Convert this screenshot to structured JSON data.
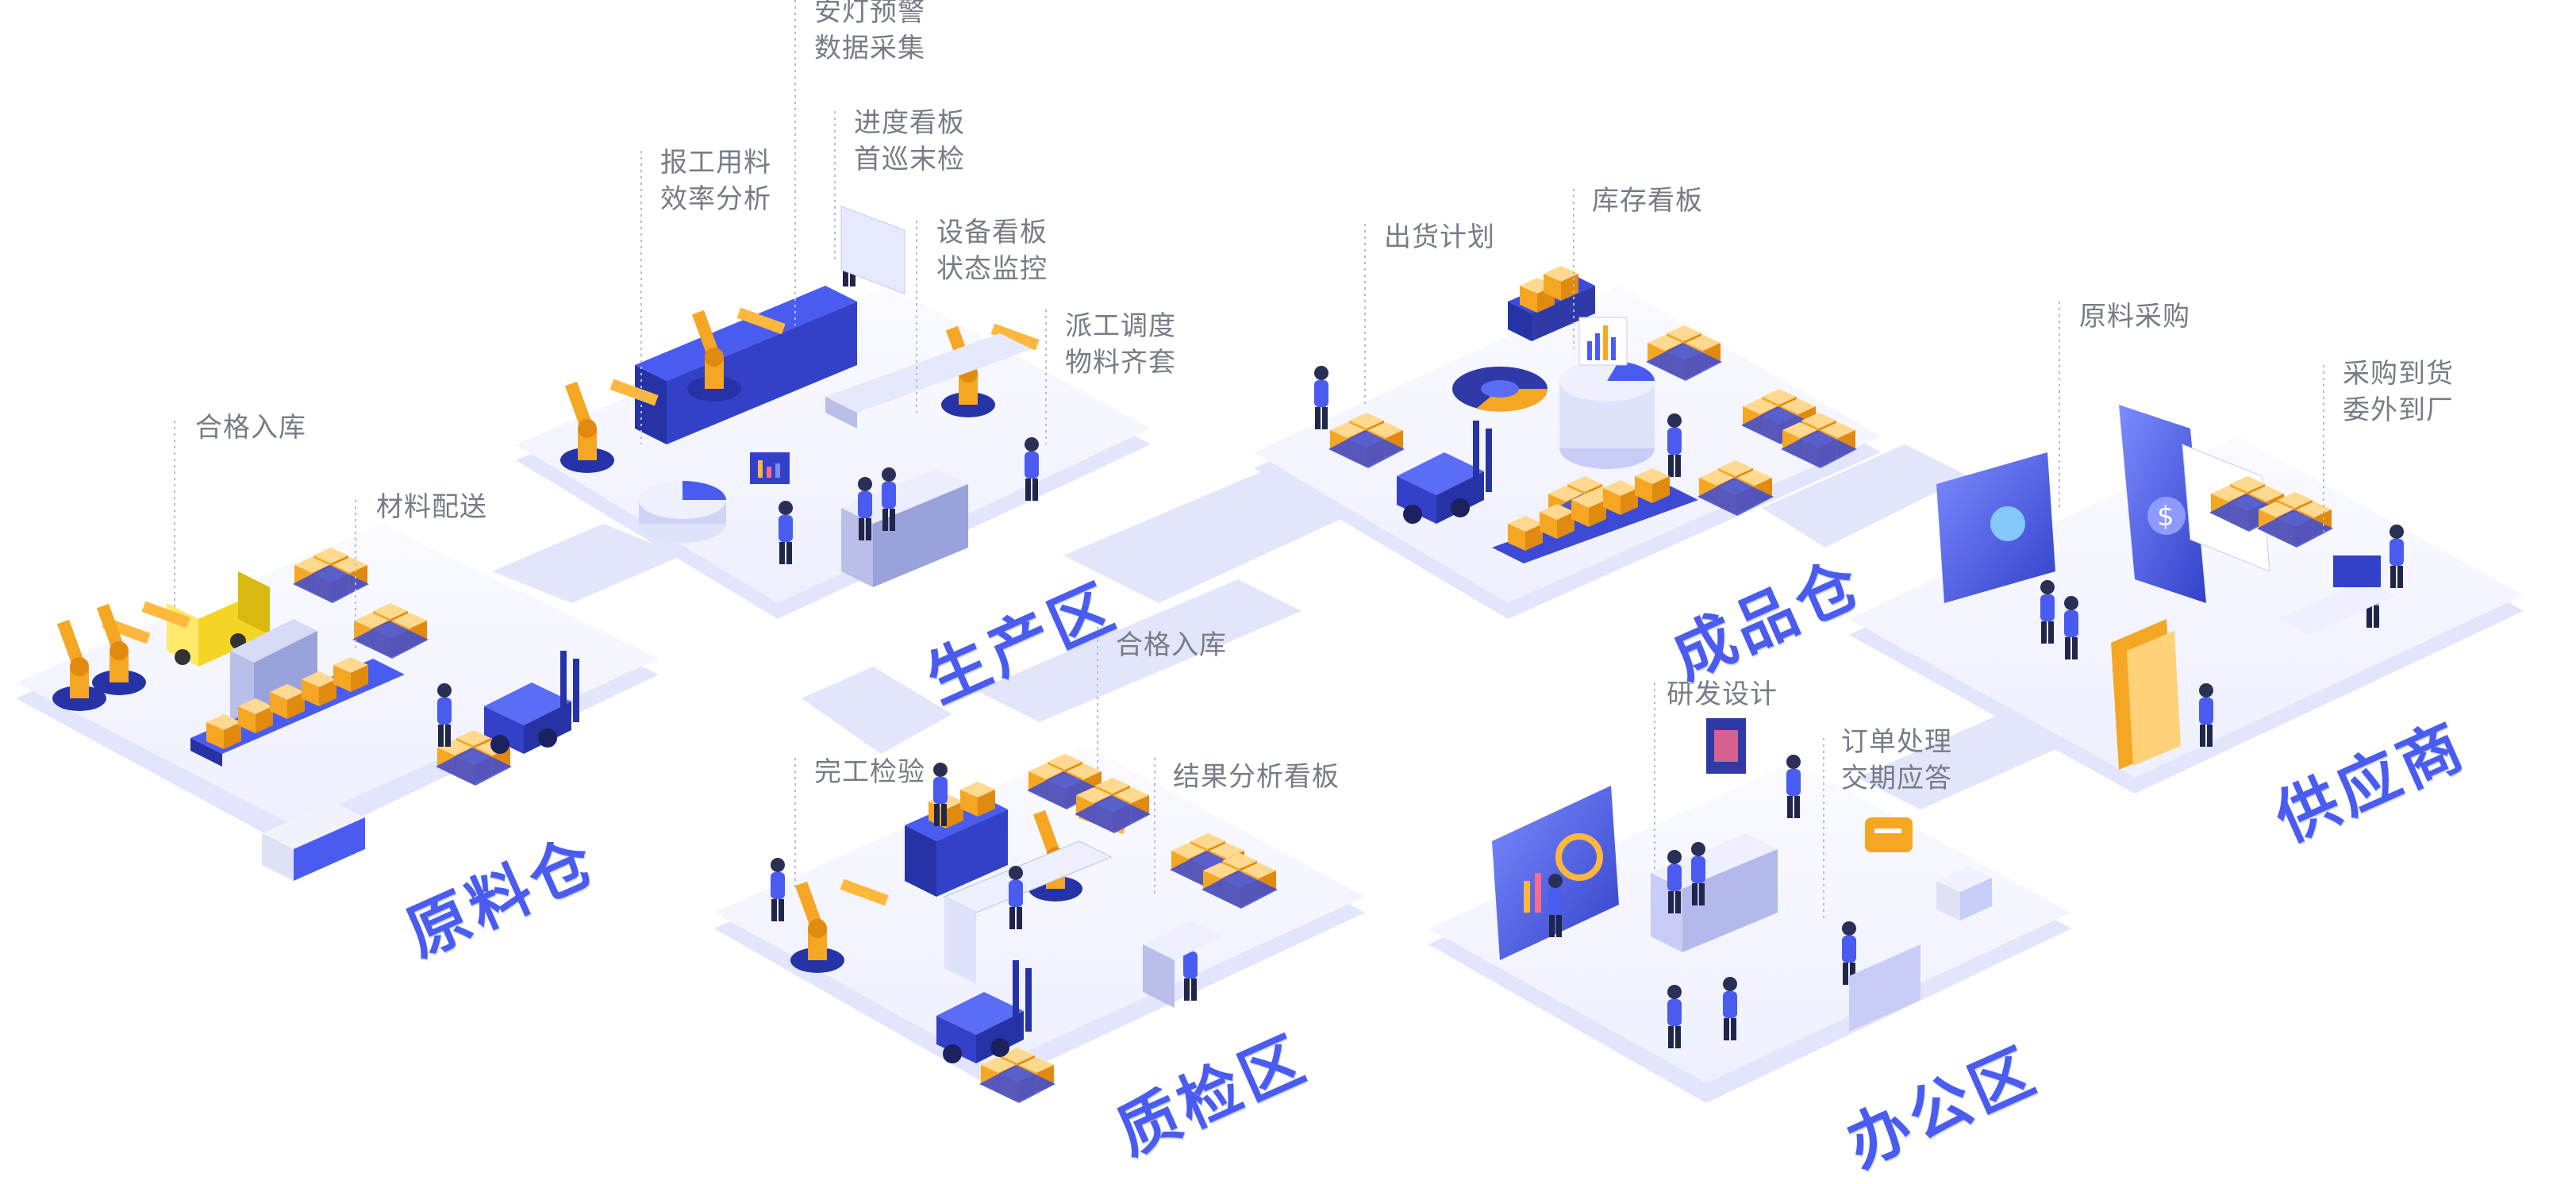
{
  "colors": {
    "platform": "#f3f4ff",
    "platform_edge": "#e2e5fb",
    "bridge": "#dfe2fb",
    "accent_blue": "#4a5cf0",
    "dark_blue": "#2f3aa8",
    "orange": "#f5a623",
    "light_orange": "#ffc86b",
    "callout_text": "#777c86",
    "leader_line": "#b8bcc8"
  },
  "zones": [
    {
      "id": "raw-material",
      "label": "原料仓"
    },
    {
      "id": "production",
      "label": "生产区"
    },
    {
      "id": "finished-goods",
      "label": "成品仓"
    },
    {
      "id": "supplier",
      "label": "供应商"
    },
    {
      "id": "quality",
      "label": "质检区"
    },
    {
      "id": "office",
      "label": "办公区"
    }
  ],
  "callouts": {
    "raw_qualified_in": [
      "合格入库"
    ],
    "raw_material_delivery": [
      "材料配送"
    ],
    "prod_report": [
      "报工用料",
      "效率分析"
    ],
    "prod_andon": [
      "安灯预警",
      "数据采集"
    ],
    "prod_progress": [
      "进度看板",
      "首巡末检"
    ],
    "prod_equipment": [
      "设备看板",
      "状态监控"
    ],
    "prod_dispatch": [
      "派工调度",
      "物料齐套"
    ],
    "fg_shipping": [
      "出货计划"
    ],
    "fg_inventory": [
      "库存看板"
    ],
    "sup_purchase": [
      "原料采购"
    ],
    "sup_arrival": [
      "采购到货",
      "委外到厂"
    ],
    "qc_completion": [
      "完工检验"
    ],
    "qc_qualified_in": [
      "合格入库"
    ],
    "qc_result_board": [
      "结果分析看板"
    ],
    "office_rnd": [
      "研发设计"
    ],
    "office_order": [
      "订单处理",
      "交期应答"
    ]
  }
}
